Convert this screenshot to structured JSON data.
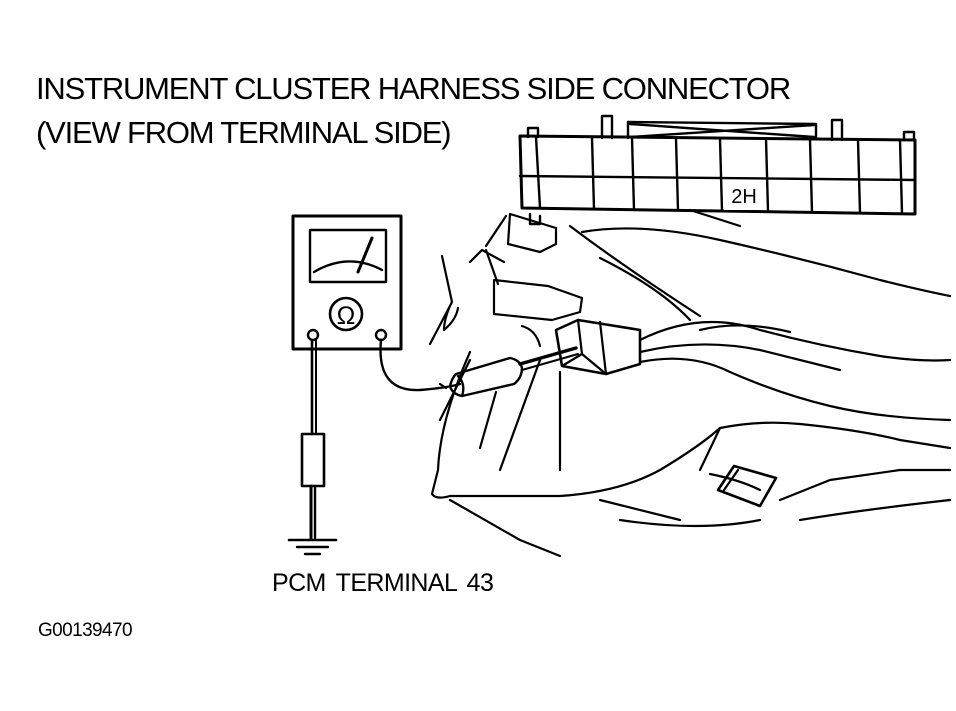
{
  "title": {
    "line1": "INSTRUMENT CLUSTER HARNESS SIDE CONNECTOR",
    "line2": "(VIEW FROM TERMINAL SIDE)"
  },
  "connector": {
    "cell_label": "2H"
  },
  "meter": {
    "symbol": "Ω",
    "icon": "ohmmeter-icon"
  },
  "pcm_label": "PCM  TERMINAL 43",
  "figure_id": "G00139470"
}
